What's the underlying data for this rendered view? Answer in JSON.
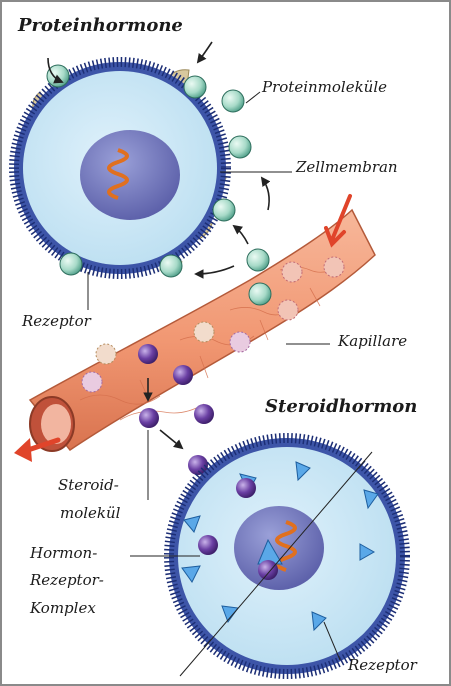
{
  "labels": {
    "protein_title": "Proteinhormone",
    "proteinmolekuele": "Proteinmoleküle",
    "zellmembran": "Zellmembran",
    "rezeptor_top": "Rezeptor",
    "kapillare": "Kapillare",
    "steroid_title": "Steroidhormon",
    "steroid_line1": "Steroid-",
    "steroid_line2": "molekül",
    "complex_line1": "Hormon-",
    "complex_line2": "Rezeptor-",
    "complex_line3": "Komplex",
    "rezeptor_bottom": "Rezeptor"
  },
  "colors": {
    "cell_fill": "#c9e6f5",
    "membrane": "#3d55a8",
    "nucleus": "#6e72b7",
    "vessel": "#f19772",
    "protein_molecule": "#a7dac8",
    "steroid_molecule": "#6a3fa3",
    "receptor_cone": "#3a8fd8",
    "receptor_top": "#d9c9a0",
    "dna": "#e0701f",
    "arrow_red": "#e0442a"
  }
}
